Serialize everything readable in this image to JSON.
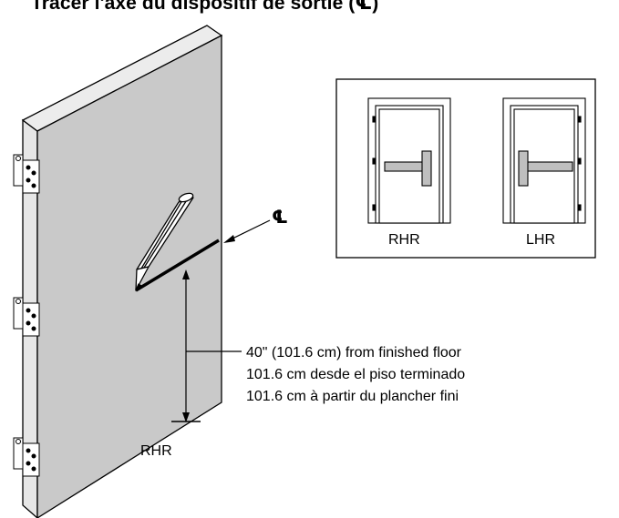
{
  "title": "Tracer l'axe du dispositif de sortie (℄)",
  "centerline_symbol": "℄",
  "door_label": "RHR",
  "dimension_lines": [
    "40\" (101.6 cm) from finished floor",
    "101.6 cm desde el piso terminado",
    "101.6 cm à partir du plancher fini"
  ],
  "handing": {
    "left_label": "RHR",
    "right_label": "LHR"
  },
  "icons": [
    "pencil-icon",
    "hinge-icon"
  ],
  "colors": {
    "door_face": "#c9c9c9",
    "door_edge": "#e6e6e6",
    "outline": "#000000"
  }
}
